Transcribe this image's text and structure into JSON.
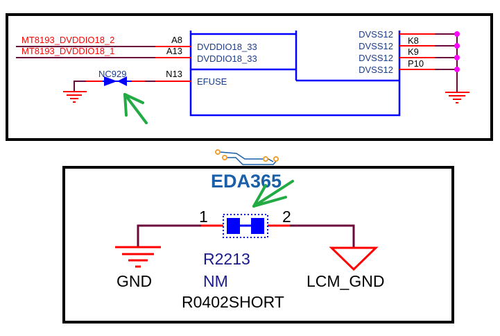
{
  "top_schematic": {
    "nets": [
      {
        "name": "MT8193_DVDDIO18_2",
        "pin": "A8",
        "pin_name": "DVDDIO18_33"
      },
      {
        "name": "MT8193_DVDDIO18_1",
        "pin": "A13",
        "pin_name": "DVDDIO18_33"
      }
    ],
    "efuse": {
      "pin": "N13",
      "pin_name": "EFUSE",
      "component": "NC929"
    },
    "dvss_pins": [
      {
        "pin_name": "DVSS12",
        "pin": ""
      },
      {
        "pin_name": "DVSS12",
        "pin": "K8"
      },
      {
        "pin_name": "DVSS12",
        "pin": "K9"
      },
      {
        "pin_name": "DVSS12",
        "pin": "P10"
      }
    ]
  },
  "bottom_schematic": {
    "logo_text": "EDA365",
    "pin1": "1",
    "pin2": "2",
    "refdes": "R2213",
    "value": "NM",
    "footprint": "R0402SHORT",
    "left_net": "GND",
    "right_net": "LCM_GND"
  },
  "colors": {
    "wire": "#6b0a3a",
    "pin": "#ff0000",
    "component": "#0000ff",
    "junction": "#ff00ff",
    "annotation_arrow": "#22aa44",
    "text_blue": "#1a3c8a"
  }
}
